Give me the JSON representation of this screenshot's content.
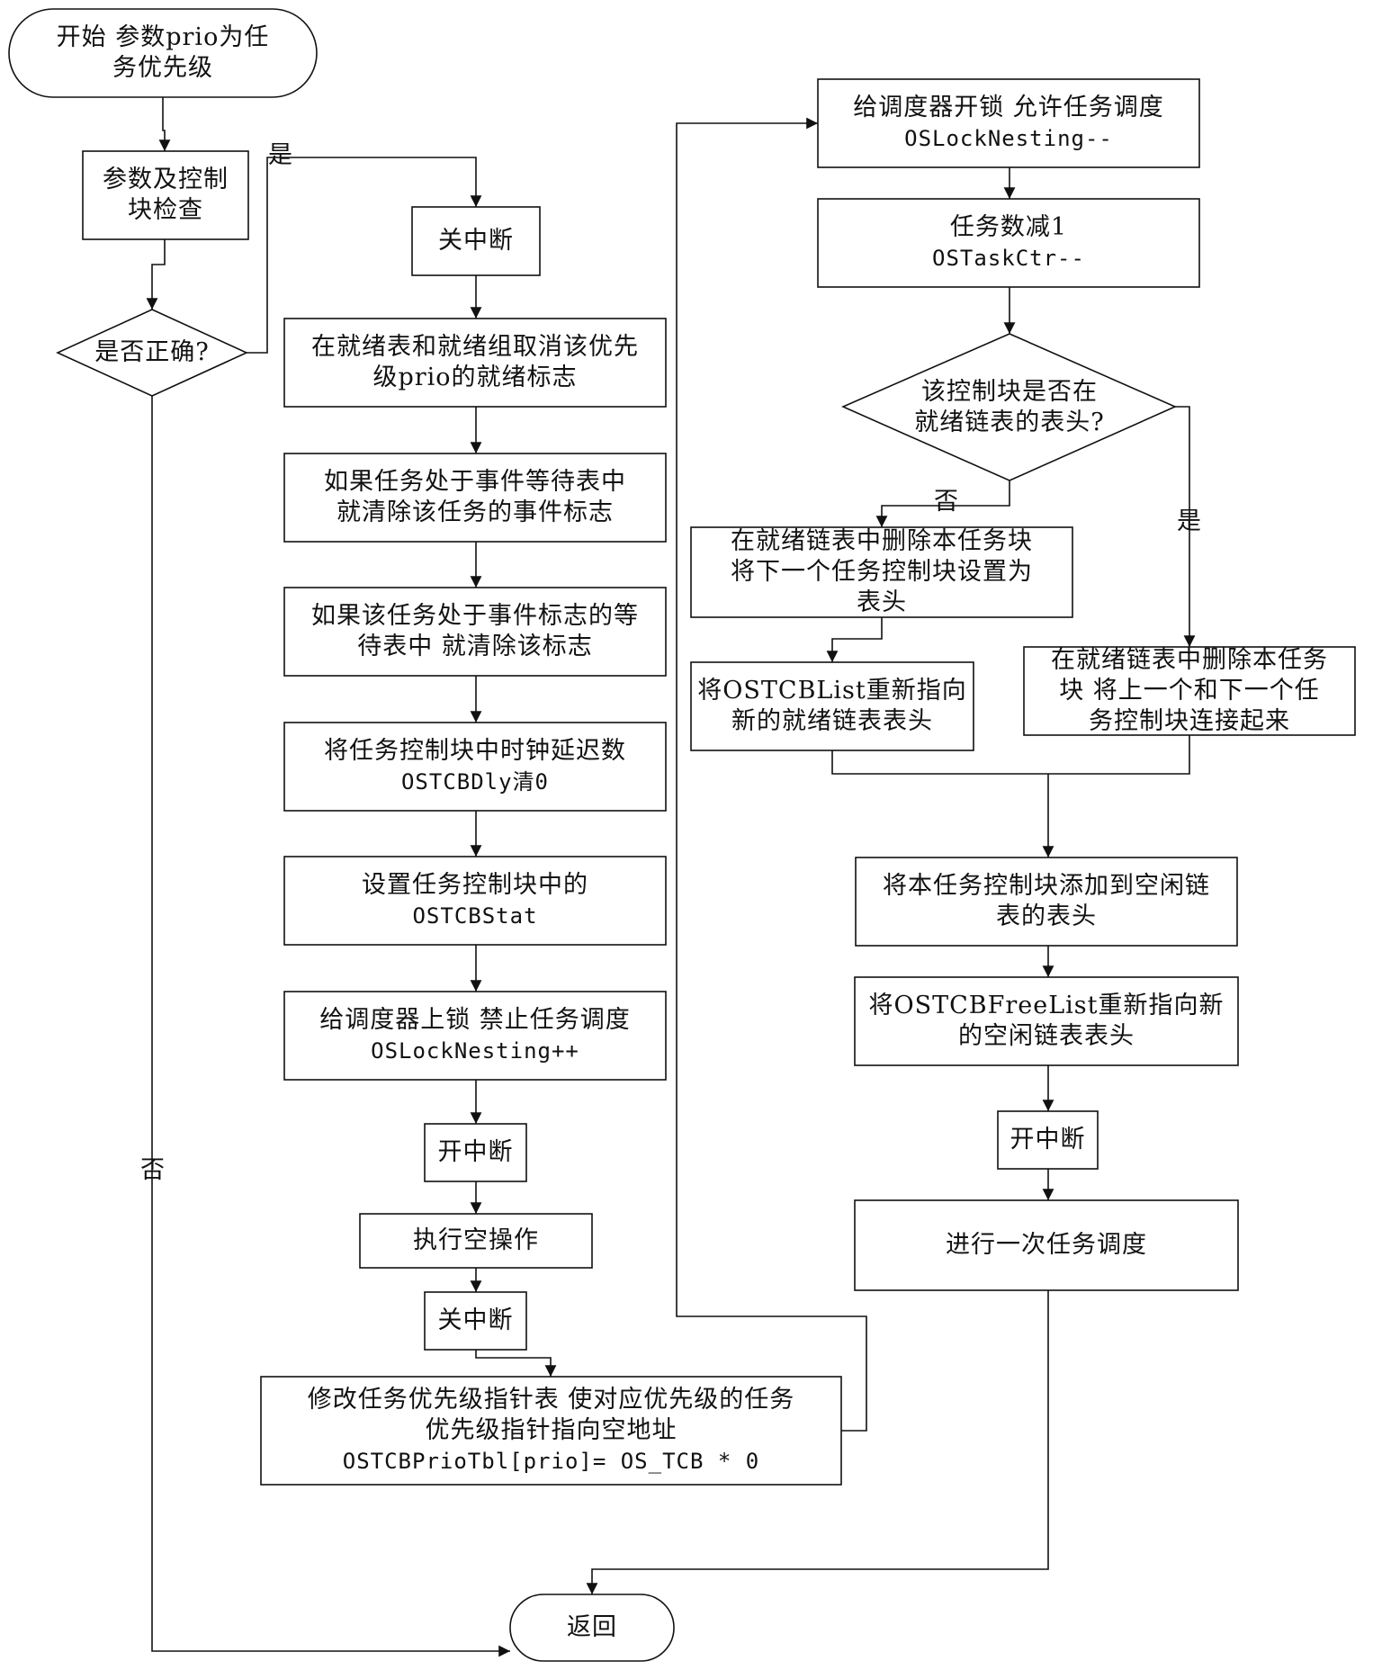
{
  "nodes": {
    "start": [
      "开始 参数prio为任",
      "务优先级"
    ],
    "check": [
      "参数及控制",
      "块检查"
    ],
    "correct": [
      "是否正确?"
    ],
    "dis_int_1": [
      "关中断"
    ],
    "clear_ready": [
      "在就绪表和就绪组取消该优先",
      "级prio的就绪标志"
    ],
    "clear_event": [
      "如果任务处于事件等待表中",
      "就清除该任务的事件标志"
    ],
    "clear_flag": [
      "如果该任务处于事件标志的等",
      "待表中 就清除该标志"
    ],
    "dly": [
      "将任务控制块中时钟延迟数"
    ],
    "dly_code": "OSTCBDly清0",
    "stat": [
      "设置任务控制块中的"
    ],
    "stat_code": "OSTCBStat",
    "lock": [
      "给调度器上锁 禁止任务调度"
    ],
    "lock_code": "OSLockNesting++",
    "en_int_1": [
      "开中断"
    ],
    "nop": [
      "执行空操作"
    ],
    "dis_int_2": [
      "关中断"
    ],
    "prio_tbl": [
      "修改任务优先级指针表 使对应优先级的任务",
      "优先级指针指向空地址"
    ],
    "prio_tbl_code": "OSTCBPrioTbl[prio]= OS_TCB * 0",
    "unlock": [
      "给调度器开锁 允许任务调度"
    ],
    "unlock_code": "OSLockNesting--",
    "ctr": [
      "任务数减1"
    ],
    "ctr_code": "OSTaskCtr--",
    "is_head": [
      "该控制块是否在",
      "就绪链表的表头?"
    ],
    "del_head": [
      "在就绪链表中删除本任务块",
      "将下一个任务控制块设置为",
      "表头"
    ],
    "relink_list": [
      "将OSTCBList重新指向",
      "新的就绪链表表头"
    ],
    "del_mid": [
      "在就绪链表中删除本任务",
      "块 将上一个和下一个任",
      "务控制块连接起来"
    ],
    "add_free": [
      "将本任务控制块添加到空闲链",
      "表的表头"
    ],
    "free_list": [
      "将OSTCBFreeList重新指向新",
      "的空闲链表表头"
    ],
    "en_int_2": [
      "开中断"
    ],
    "schedule": [
      "进行一次任务调度"
    ],
    "ret": [
      "返回"
    ]
  },
  "labels": {
    "yes_1": "是",
    "no_1": "否",
    "no_2": "否",
    "yes_2": "是"
  }
}
